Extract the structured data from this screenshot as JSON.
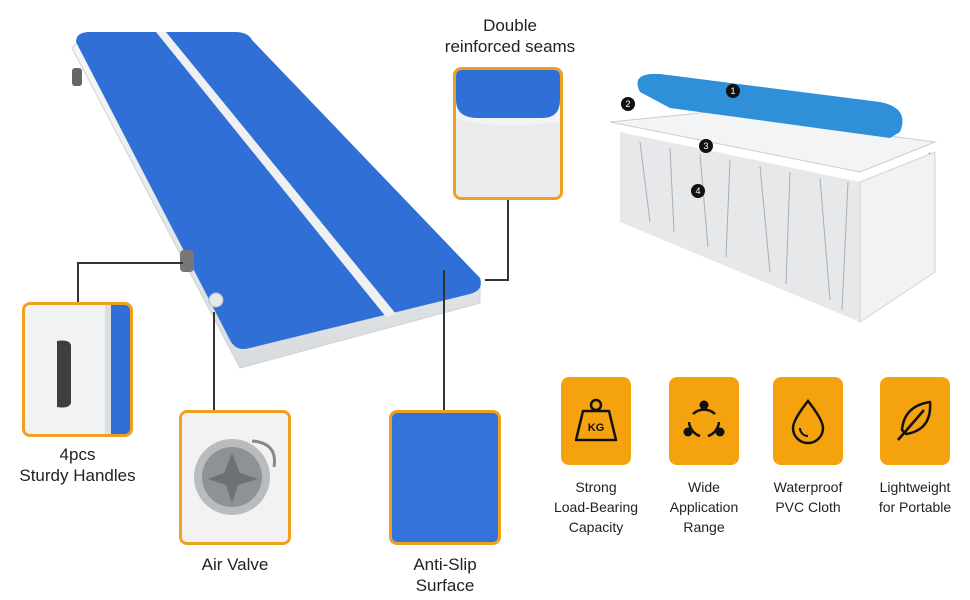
{
  "callouts": {
    "seams": {
      "line1": "Double",
      "line2": "reinforced seams"
    },
    "handles": {
      "line1": "4pcs",
      "line2": "Sturdy Handles"
    },
    "valve": {
      "line1": "Air Valve"
    },
    "surface": {
      "line1": "Anti-Slip",
      "line2": "Surface"
    }
  },
  "layer_markers": [
    "1",
    "2",
    "3",
    "4"
  ],
  "features": [
    {
      "icon": "kg-weight-icon",
      "badge": "KG",
      "lines": [
        "Strong",
        "Load-Bearing",
        "Capacity"
      ]
    },
    {
      "icon": "share-nodes-icon",
      "lines": [
        "Wide",
        "Application",
        "Range"
      ]
    },
    {
      "icon": "water-drop-icon",
      "lines": [
        "Waterproof",
        "PVC Cloth"
      ]
    },
    {
      "icon": "feather-icon",
      "lines": [
        "Lightweight",
        "for Portable"
      ]
    }
  ],
  "colors": {
    "accent": "#f5a20f",
    "mat_blue": "#2f6fd6",
    "mat_white": "#eef0f2"
  }
}
